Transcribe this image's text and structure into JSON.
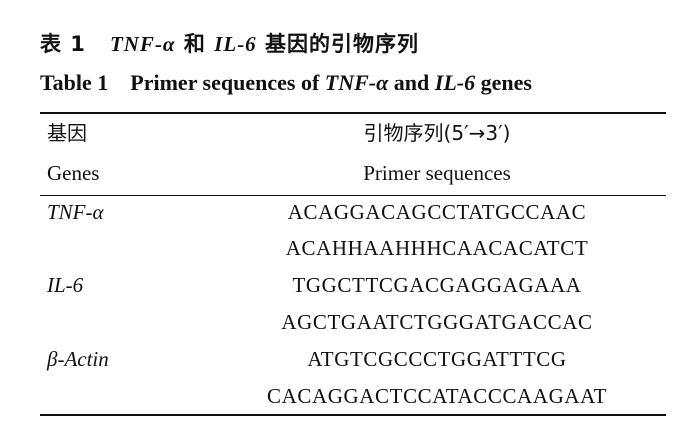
{
  "caption": {
    "cn_label": "表 1",
    "cn_title": {
      "part1": "TNF-α",
      "part2": " 和 ",
      "part3": "IL-6",
      "part4": " 基因的引物序列"
    },
    "en_label": "Table 1",
    "en_title": {
      "part1": "Primer sequences of ",
      "part2": "TNF-α",
      "part3": " and ",
      "part4": "IL-6",
      "part5": " genes"
    }
  },
  "table": {
    "headers": {
      "col1_cn": "基因",
      "col2_cn": "引物序列(5′→3′)",
      "col1_en": "Genes",
      "col2_en": "Primer sequences"
    },
    "rows": [
      {
        "gene": "TNF-α",
        "sequence": "ACAGGACAGCCTATGCCAAC"
      },
      {
        "gene": "",
        "sequence": "ACAHHAAHHHCAACACATCT"
      },
      {
        "gene": "IL-6",
        "sequence": "TGGCTTCGACGAGGAGAAA"
      },
      {
        "gene": "",
        "sequence": "AGCTGAATCTGGGATGACCAC"
      },
      {
        "gene": "β-Actin",
        "sequence": "ATGTCGCCCTGGATTTCG"
      },
      {
        "gene": "",
        "sequence": "CACAGGACTCCATACCCAAGAAT"
      }
    ]
  }
}
